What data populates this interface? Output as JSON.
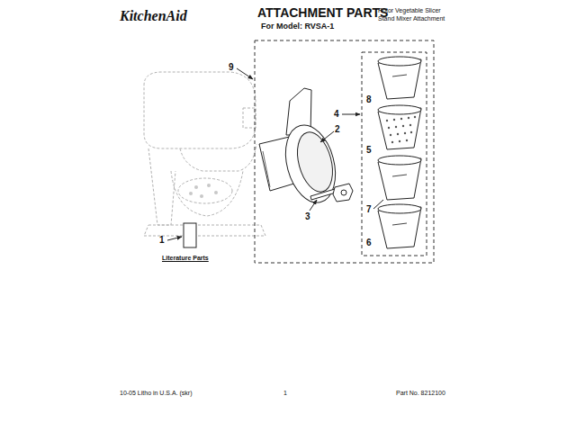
{
  "diagram": {
    "title": "ATTACHMENT PARTS",
    "labels": [
      "KitchenAid",
      "For Model: RVSA-1",
      "Rotor Vegetable Slicer",
      "Stand Mixer Attachment",
      "9",
      "2",
      "4",
      "8",
      "5",
      "7",
      "3",
      "6",
      "1",
      "Literature Parts",
      "10-05 Litho in U.S.A. (skr)",
      "1",
      "Part No. 8212100"
    ]
  }
}
